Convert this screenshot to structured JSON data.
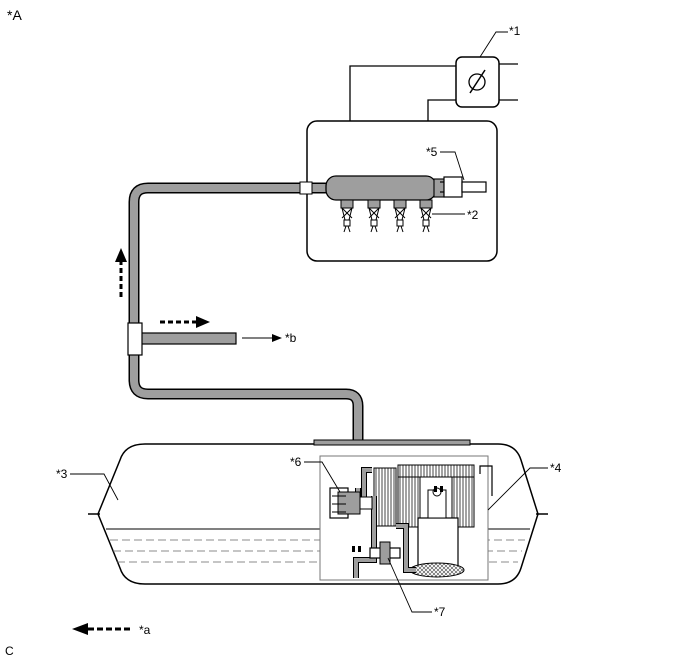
{
  "figure_id": "*A",
  "corner_code": "C",
  "labels": {
    "l1": "*1",
    "l2": "*2",
    "l3": "*3",
    "l4": "*4",
    "l5": "*5",
    "l6": "*6",
    "l7": "*7",
    "la": "*a",
    "lb": "*b"
  },
  "colors": {
    "pipe_fill": "#9e9e9e",
    "outline": "#000000",
    "hatch": "#555555",
    "fuel_line": "#555555"
  },
  "icons": [
    "throttle-valve-icon",
    "flow-arrow-icon",
    "injector-icon"
  ]
}
